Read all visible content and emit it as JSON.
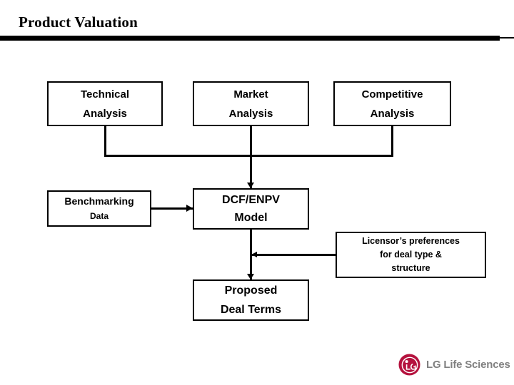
{
  "slide": {
    "title": "Product Valuation"
  },
  "diagram": {
    "nodes": {
      "technical": {
        "line1": "Technical",
        "line2": "Analysis"
      },
      "market": {
        "line1": "Market",
        "line2": "Analysis"
      },
      "competitive": {
        "line1": "Competitive",
        "line2": "Analysis"
      },
      "benchmarking": {
        "line1": "Benchmarking",
        "line2": "Data"
      },
      "dcf": {
        "line1": "DCF/ENPV",
        "line2": "Model"
      },
      "licensor": {
        "line1": "Licensor’s preferences",
        "line2": "for deal type &",
        "line3": "structure"
      },
      "proposed": {
        "line1": "Proposed",
        "line2": "Deal Terms"
      }
    },
    "connector_names": [
      "technical-to-bus",
      "market-to-bus",
      "competitive-to-bus",
      "bus-to-dcf",
      "benchmarking-to-dcf",
      "dcf-to-proposed",
      "licensor-to-spine"
    ]
  },
  "logo": {
    "text": "LG Life Sciences",
    "mark_color": "#B5123E",
    "text_color": "#808080"
  },
  "colors": {
    "border": "#000000",
    "background": "#FFFFFF",
    "text": "#000000"
  }
}
